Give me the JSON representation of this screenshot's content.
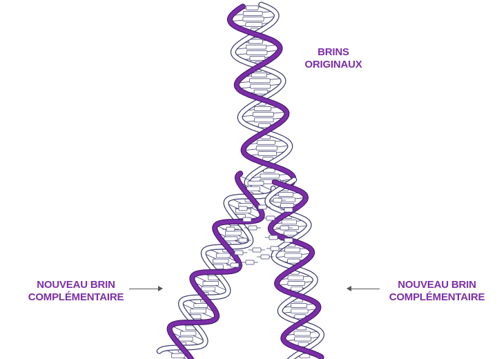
{
  "labels": {
    "original_strands": [
      "BRINS",
      "ORIGINAUX"
    ],
    "new_strand_left": [
      "NOUVEAU BRIN",
      "COMPLÉMENTAIRE"
    ],
    "new_strand_right": [
      "NOUVEAU BRIN",
      "COMPLÉMENTAIRE"
    ]
  },
  "colors": {
    "strand_purple": "#7b2ea8",
    "outline": "#3b3b6e",
    "label": "#7b2ea8"
  }
}
